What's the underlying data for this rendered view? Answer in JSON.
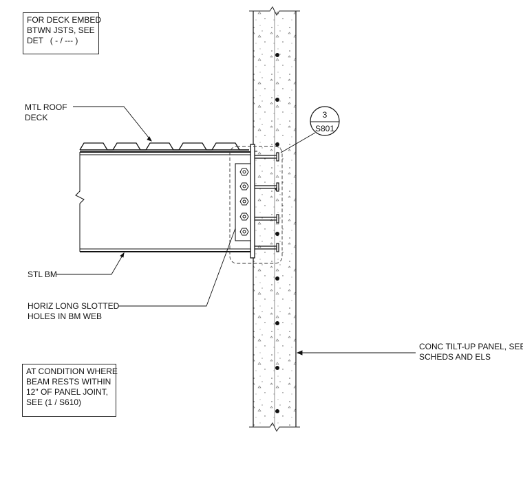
{
  "notes": {
    "deck_embed": "FOR DECK EMBED\nBTWN JSTS, SEE\nDET   ( - / --- )",
    "roof_deck": "MTL ROOF\nDECK",
    "steel_beam": "STL BM",
    "slotted_holes": "HORIZ LONG SLOTTED\nHOLES IN BM WEB",
    "panel_joint": "AT CONDITION WHERE\nBEAM RESTS WITHIN\n12\" OF PANEL JOINT,\nSEE (1 / S610)",
    "tilt_up_panel": "CONC TILT-UP PANEL, SEE\nSCHEDS AND ELS"
  },
  "detail_bubble": {
    "number": "3",
    "sheet": "S801"
  }
}
